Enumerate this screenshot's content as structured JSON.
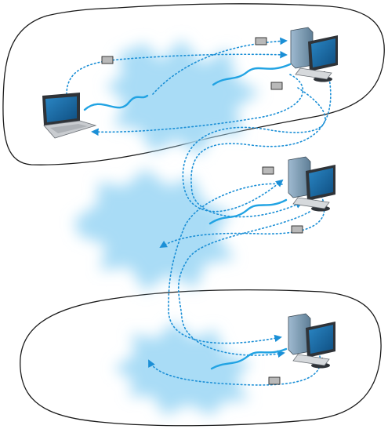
{
  "figure": {
    "description_free": true,
    "colors": {
      "region_stroke": "#1a1a1a",
      "cloud": "#a9dcf6",
      "link": "#1b8fd6",
      "wire": "#21a3e3",
      "packet": "#b9b9b9",
      "monitor_frame": "#3a3f46",
      "screen": "#1e6fa8",
      "tower": "#8aa9be",
      "keyboard": "#d6d9dc",
      "laptop_body": "#c9ccd0"
    },
    "icons": [
      "laptop-icon",
      "desktop-computer-icon",
      "keyboard-icon",
      "network-cloud",
      "data-packet-icon"
    ],
    "regions": 2,
    "clouds": 4,
    "computers": 3,
    "laptops": 1,
    "packets": 6
  }
}
